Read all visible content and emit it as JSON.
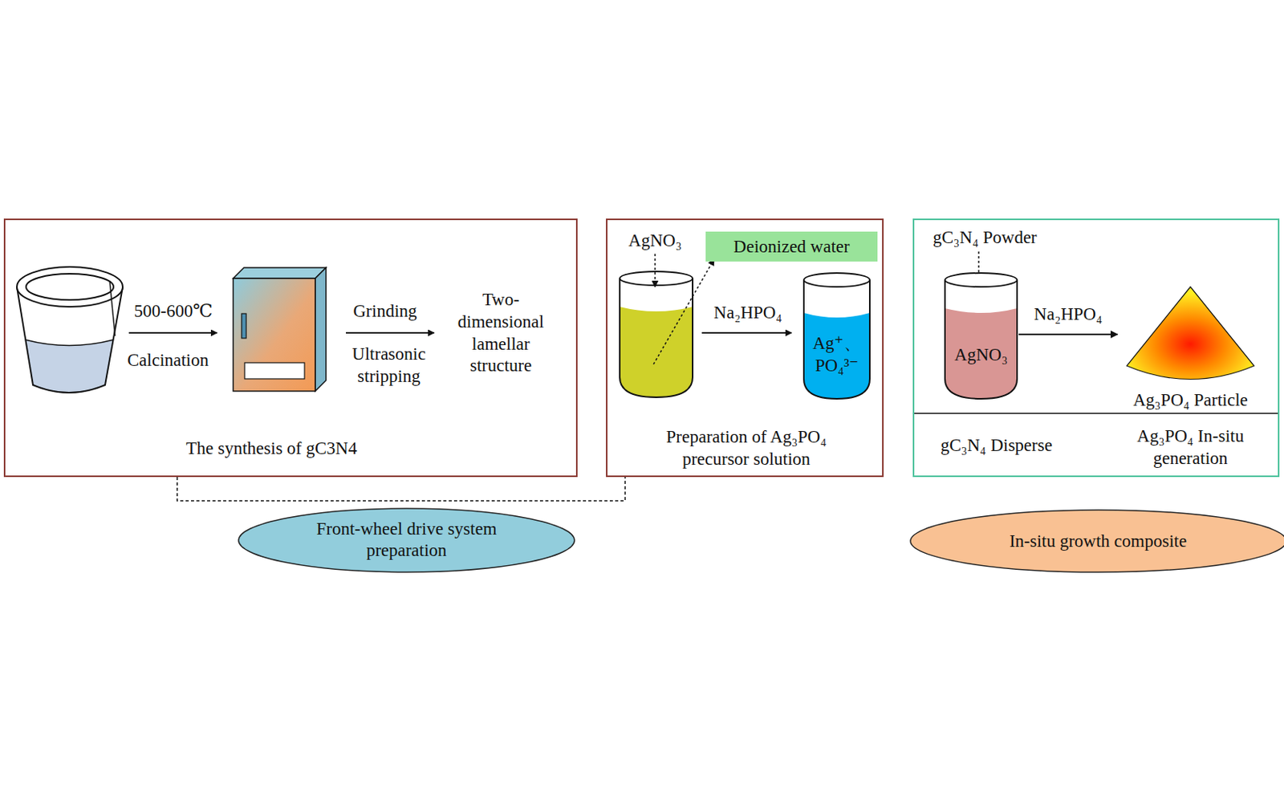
{
  "diagram": {
    "nodes": [
      {
        "text": [
          "The synthesis of gC3N4"
        ]
      },
      {
        "text": [
          "Preparation of Ag₃PO₄ precursor solution"
        ]
      },
      {
        "text": [
          "Deionized water"
        ],
        "in": 1
      },
      {
        "text": [
          "Ag⁺、PO₄³⁻"
        ],
        "in": 1
      },
      {
        "text": [
          "gC₃N₄ Disperse",
          "Ag₃PO₄ In-situ generation"
        ]
      },
      {
        "text": [
          "AgNO₃"
        ],
        "in": 4
      },
      {
        "text": [
          "Ag₃PO₄ Particle"
        ],
        "in": 4
      },
      {
        "text": [
          "Front-wheel drive system preparation"
        ]
      },
      {
        "text": [
          "In-situ growth composite"
        ]
      }
    ],
    "edges": [
      {
        "from": 5,
        "to": 6,
        "arrow": "to",
        "label": "Na₂HPO₄"
      },
      {
        "from": 0,
        "to": 1,
        "arrow": "none"
      }
    ],
    "labels": [
      "500-600℃",
      "Calcination",
      "Grinding",
      "Ultrasonic stripping",
      "Two-dimensional lamellar structure",
      "AgNO₃",
      "Na₂HPO₄",
      "gC₃N₄ Powder"
    ]
  }
}
